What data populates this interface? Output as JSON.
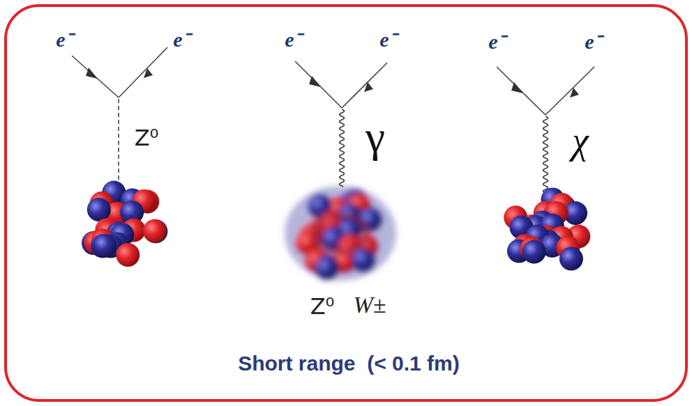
{
  "diagram": {
    "caption": "Short range  (< 0.1 fm)",
    "labels": [
      "e⁻",
      "e⁻",
      "e⁻",
      "e⁻",
      "e⁻",
      "e⁻",
      "Z⁰",
      "γ",
      "Z⁰",
      "W±",
      "χ"
    ]
  }
}
